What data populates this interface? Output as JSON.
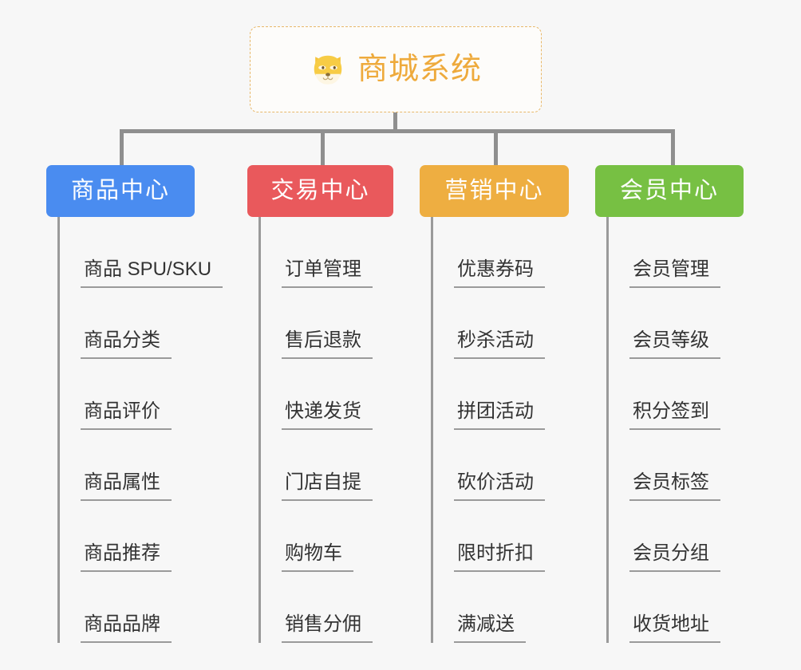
{
  "page": {
    "background_color": "#f7f7f7",
    "line_color": "#8f8f8f"
  },
  "root": {
    "title": "商城系统",
    "icon": "shiba-dog-face-icon",
    "text_color": "#eeaa3c",
    "border_color": "#e8b86a",
    "background_color": "#fdfcfa"
  },
  "columns": [
    {
      "id": "product-center",
      "label": "商品中心",
      "color": "#4a8cf0",
      "items": [
        {
          "label": "商品 SPU/SKU"
        },
        {
          "label": "商品分类"
        },
        {
          "label": "商品评价"
        },
        {
          "label": "商品属性"
        },
        {
          "label": "商品推荐"
        },
        {
          "label": "商品品牌"
        }
      ]
    },
    {
      "id": "trade-center",
      "label": "交易中心",
      "color": "#e9595c",
      "items": [
        {
          "label": "订单管理"
        },
        {
          "label": "售后退款"
        },
        {
          "label": "快递发货"
        },
        {
          "label": "门店自提"
        },
        {
          "label": "购物车"
        },
        {
          "label": "销售分佣"
        }
      ]
    },
    {
      "id": "marketing-center",
      "label": "营销中心",
      "color": "#eeae41",
      "items": [
        {
          "label": "优惠券码"
        },
        {
          "label": "秒杀活动"
        },
        {
          "label": "拼团活动"
        },
        {
          "label": "砍价活动"
        },
        {
          "label": "限时折扣"
        },
        {
          "label": "满减送"
        }
      ]
    },
    {
      "id": "member-center",
      "label": "会员中心",
      "color": "#77c043",
      "items": [
        {
          "label": "会员管理"
        },
        {
          "label": "会员等级"
        },
        {
          "label": "积分签到"
        },
        {
          "label": "会员标签"
        },
        {
          "label": "会员分组"
        },
        {
          "label": "收货地址"
        }
      ]
    }
  ]
}
